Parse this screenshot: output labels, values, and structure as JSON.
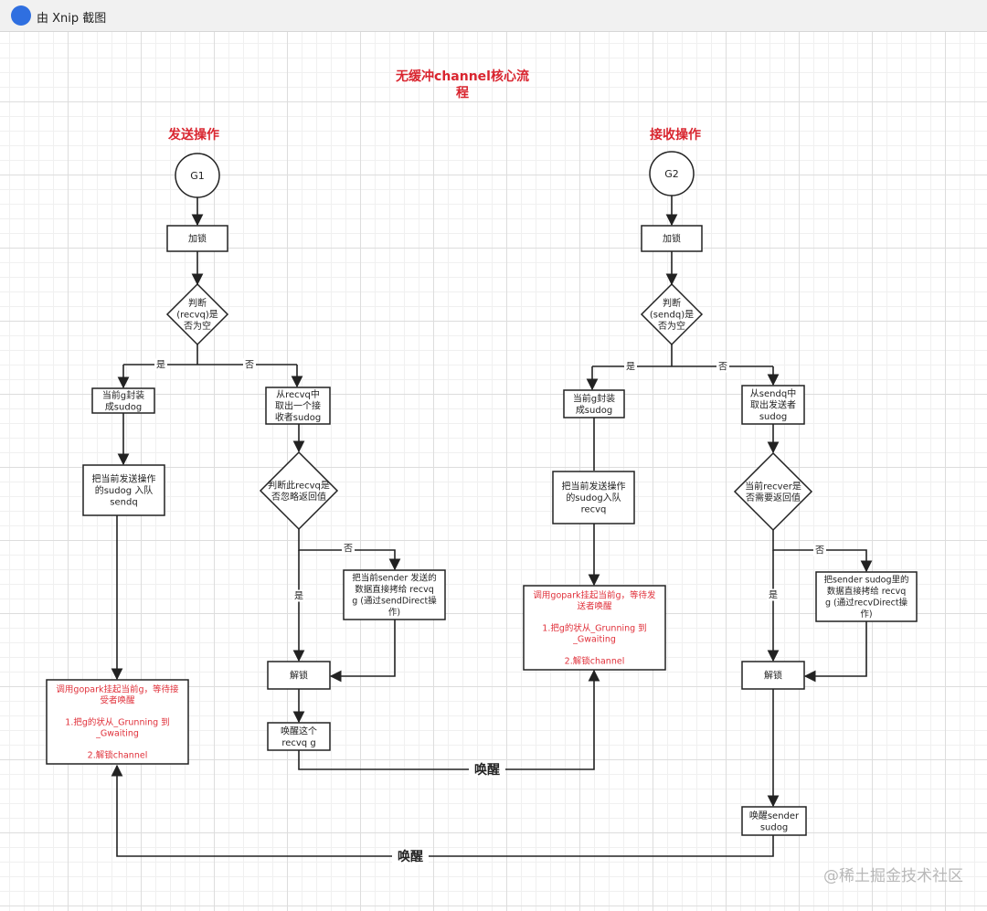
{
  "window": {
    "title": "由 Xnip 截图"
  },
  "diagram": {
    "title_line1": "无缓冲channel核心流",
    "title_line2": "程",
    "send": {
      "heading": "发送操作",
      "start": "G1",
      "lock": "加锁",
      "check": [
        "判断",
        "(recvq)是",
        "否为空"
      ],
      "yes": "是",
      "no": "否",
      "wrap": [
        "当前g封装",
        "成sudog"
      ],
      "enqueue": [
        "把当前发送操作",
        "的sudog 入队",
        "sendq"
      ],
      "park": [
        "调用gopark挂起当前g，等待接",
        "受者唤醒",
        "",
        "1.把g的状从_Grunning 到",
        "_Gwaiting",
        "",
        "2.解锁channel"
      ],
      "dequeue": [
        "从recvq中",
        "取出一个接",
        "收者sudog"
      ],
      "check2": [
        "判断此recvq是",
        "否忽略返回值"
      ],
      "no2": "否",
      "yes2": "是",
      "copy": [
        "把当前sender 发送的",
        "数据直接拷给 recvq",
        "g (通过sendDirect操",
        "作)"
      ],
      "unlock": "解锁",
      "wake": [
        "唤醒这个",
        "recvq g"
      ]
    },
    "recv": {
      "heading": "接收操作",
      "start": "G2",
      "lock": "加锁",
      "check": [
        "判断",
        "(sendq)是",
        "否为空"
      ],
      "yes": "是",
      "no": "否",
      "wrap": [
        "当前g封装",
        "成sudog"
      ],
      "enqueue": [
        "把当前发送操作",
        "的sudog入队",
        "recvq"
      ],
      "park": [
        "调用gopark挂起当前g，等待发",
        "送者唤醒",
        "",
        "1.把g的状从_Grunning 到",
        "_Gwaiting",
        "",
        "2.解锁channel"
      ],
      "dequeue": [
        "从sendq中",
        "取出发送者",
        "sudog"
      ],
      "check2": [
        "当前recver是",
        "否需要返回值"
      ],
      "no2": "否",
      "yes2": "是",
      "copy": [
        "把sender sudog里的",
        "数据直接拷给 recvq",
        "g (通过recvDirect操",
        "作)"
      ],
      "unlock": "解锁",
      "wake": [
        "唤醒sender",
        "sudog"
      ]
    },
    "wake_label_mid": "唤醒",
    "wake_label_bottom": "唤醒",
    "colors": {
      "accent": "#d9252f",
      "line": "#222222",
      "note_text": "#e0303a"
    }
  },
  "watermark": "@稀土掘金技术社区"
}
